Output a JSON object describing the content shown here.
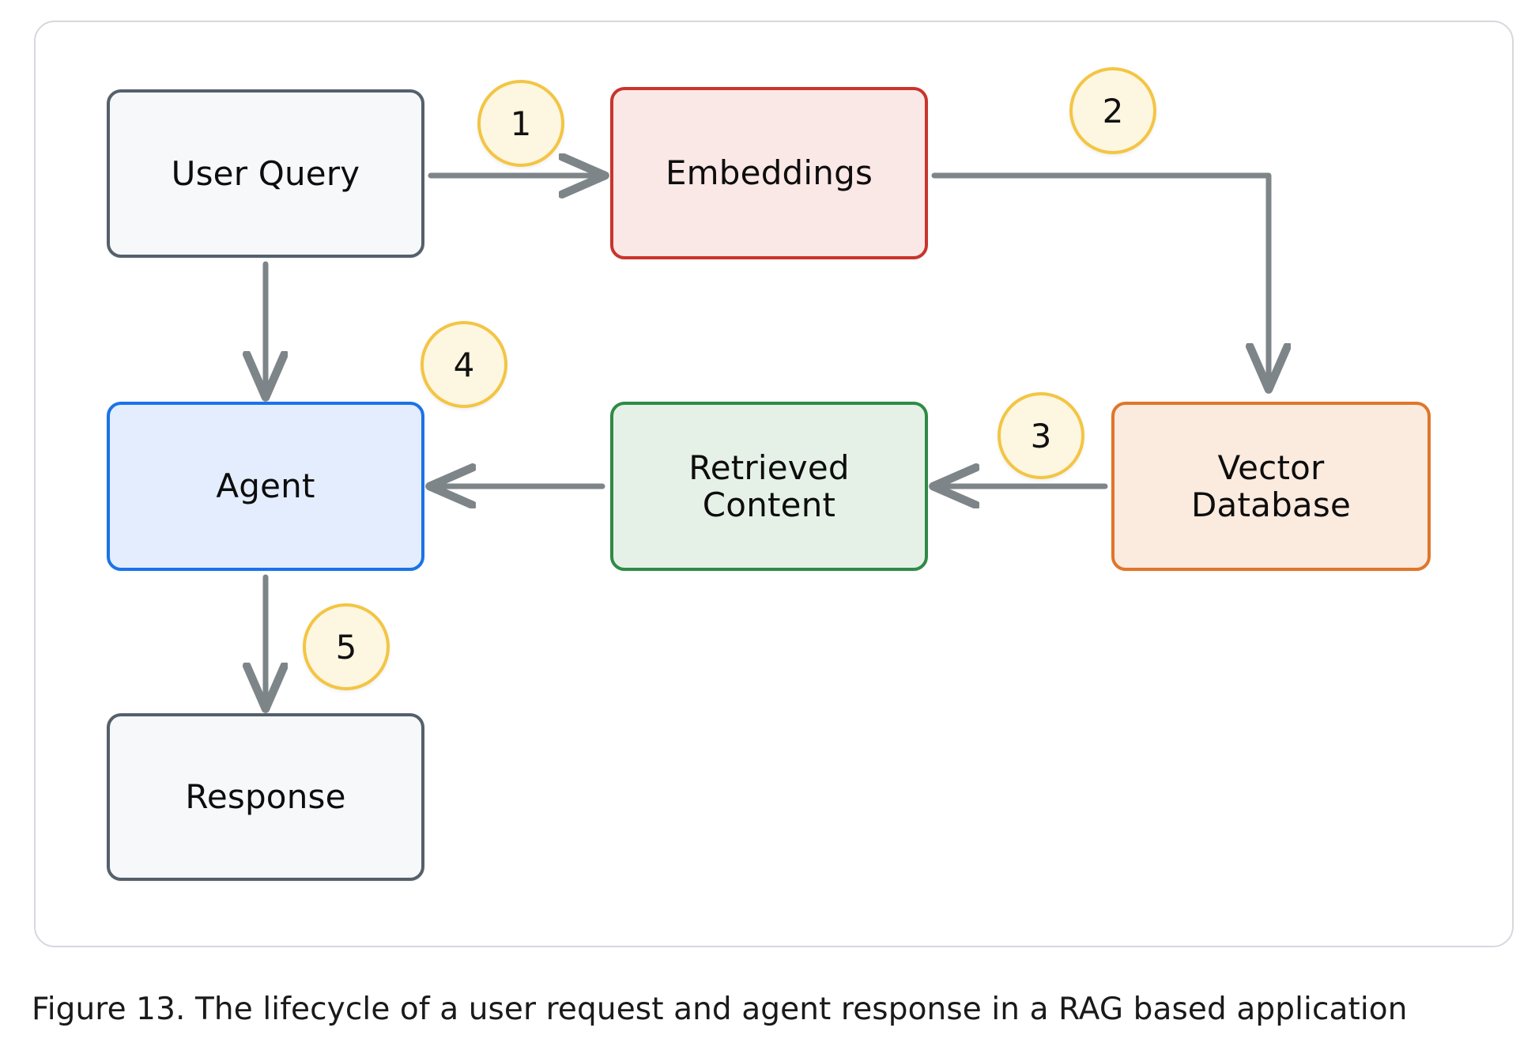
{
  "figure": {
    "caption": "Figure 13. The lifecycle of a user request and agent response in a RAG based application"
  },
  "diagram": {
    "type": "flowchart",
    "nodes": [
      {
        "id": "user-query",
        "label": "User Query",
        "fill": "#f6f8fa",
        "stroke": "#55606b"
      },
      {
        "id": "embeddings",
        "label": "Embeddings",
        "fill": "#fae8e6",
        "stroke": "#c9342c"
      },
      {
        "id": "vector-database",
        "label": "Vector\nDatabase",
        "fill": "#fbeade",
        "stroke": "#e0762a"
      },
      {
        "id": "retrieved-content",
        "label": "Retrieved\nContent",
        "fill": "#e5f1e7",
        "stroke": "#2e8b45"
      },
      {
        "id": "agent",
        "label": "Agent",
        "fill": "#e4edfd",
        "stroke": "#1a73e8"
      },
      {
        "id": "response",
        "label": "Response",
        "fill": "#f6f8fa",
        "stroke": "#55606b"
      }
    ],
    "node_labels": {
      "user_query": "User Query",
      "embeddings": "Embeddings",
      "vector_database_line1": "Vector",
      "vector_database_line2": "Database",
      "retrieved_content_line1": "Retrieved",
      "retrieved_content_line2": "Content",
      "agent": "Agent",
      "response": "Response"
    },
    "edges": [
      {
        "step": "1",
        "from": "user-query",
        "to": "embeddings",
        "shape": "straight-right"
      },
      {
        "step": "2",
        "from": "embeddings",
        "to": "vector-database",
        "shape": "elbow-right-down"
      },
      {
        "step": "3",
        "from": "vector-database",
        "to": "retrieved-content",
        "shape": "straight-left"
      },
      {
        "step": "4",
        "from": "retrieved-content",
        "to": "agent",
        "shape": "straight-left"
      },
      {
        "step": "5",
        "from": "agent",
        "to": "response",
        "shape": "straight-down"
      },
      {
        "step": "",
        "from": "user-query",
        "to": "agent",
        "shape": "straight-down"
      }
    ],
    "badges": [
      {
        "number": "1"
      },
      {
        "number": "2"
      },
      {
        "number": "3"
      },
      {
        "number": "4"
      },
      {
        "number": "5"
      }
    ],
    "colors": {
      "arrow": "#7e8589",
      "badge_fill": "#fdf6e0",
      "badge_stroke": "#f3c543",
      "card_border": "#d5d8dd",
      "page_background": "#ffffff"
    }
  }
}
